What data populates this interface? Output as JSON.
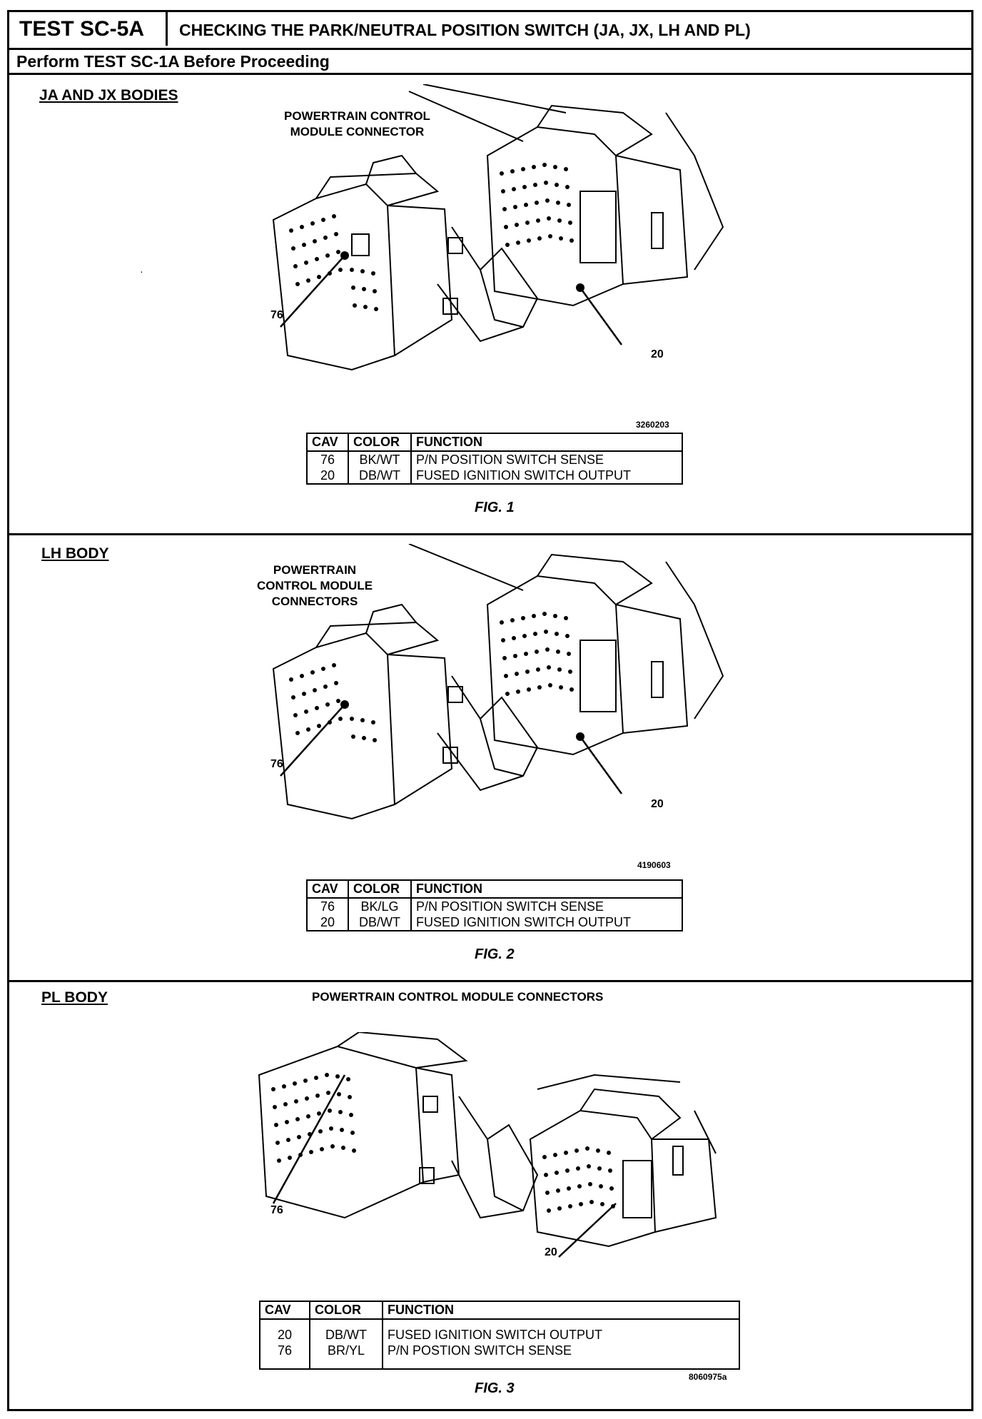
{
  "header": {
    "test_id": "TEST SC-5A",
    "title": "CHECKING THE PARK/NEUTRAL POSITION SWITCH (JA, JX, LH AND PL)"
  },
  "subheader": "Perform TEST SC-1A Before Proceeding",
  "sections": [
    {
      "body_label": "JA AND JX BODIES",
      "callout": [
        "POWERTRAIN CONTROL",
        "MODULE CONNECTOR"
      ],
      "pin_labels": [
        "76",
        "20"
      ],
      "part_number": "3260203",
      "table": {
        "headers": [
          "CAV",
          "COLOR",
          "FUNCTION"
        ],
        "rows": [
          [
            "76",
            "BK/WT",
            "P/N POSITION SWITCH SENSE"
          ],
          [
            "20",
            "DB/WT",
            "FUSED IGNITION SWITCH OUTPUT"
          ]
        ]
      },
      "caption": "FIG. 1"
    },
    {
      "body_label": "LH BODY",
      "callout": [
        "POWERTRAIN",
        "CONTROL MODULE",
        "CONNECTORS"
      ],
      "pin_labels": [
        "76",
        "20"
      ],
      "part_number": "4190603",
      "table": {
        "headers": [
          "CAV",
          "COLOR",
          "FUNCTION"
        ],
        "rows": [
          [
            "76",
            "BK/LG",
            "P/N POSITION SWITCH SENSE"
          ],
          [
            "20",
            "DB/WT",
            "FUSED IGNITION SWITCH OUTPUT"
          ]
        ]
      },
      "caption": "FIG. 2"
    },
    {
      "body_label": "PL BODY",
      "callout": [
        "POWERTRAIN CONTROL MODULE CONNECTORS"
      ],
      "pin_labels": [
        "76",
        "20"
      ],
      "part_number": "8060975a",
      "table": {
        "headers": [
          "CAV",
          "COLOR",
          "FUNCTION"
        ],
        "rows": [
          [
            "20",
            "DB/WT",
            "FUSED IGNITION SWITCH OUTPUT"
          ],
          [
            "76",
            "BR/YL",
            "P/N POSTION SWITCH SENSE"
          ]
        ]
      },
      "caption": "FIG. 3"
    }
  ]
}
